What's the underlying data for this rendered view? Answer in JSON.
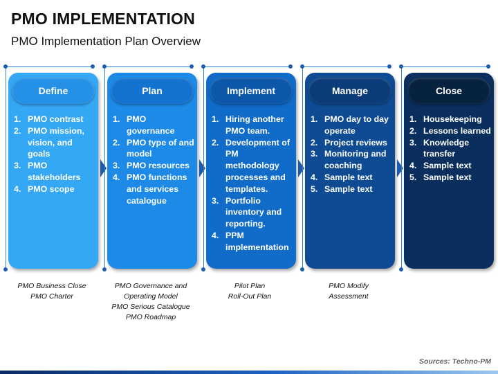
{
  "header": {
    "title": "PMO IMPLEMENTATION",
    "subtitle": "PMO Implementation Plan Overview"
  },
  "stages": [
    {
      "label": "Define",
      "card_color": "#35a8f5",
      "pill_color": "#2591e6",
      "items": [
        "PMO contrast",
        "PMO mission, vision, and goals",
        "PMO stakeholders",
        "PMO scope"
      ],
      "captions": [
        "PMO Business Close",
        "PMO Charter"
      ]
    },
    {
      "label": "Plan",
      "card_color": "#1d8ae8",
      "pill_color": "#1573d0",
      "items": [
        "PMO governance",
        "PMO type of and model",
        "PMO resources",
        "PMO functions and services catalogue"
      ],
      "captions": [
        "PMO Governance and",
        "Operating Model",
        "PMO Serious Catalogue",
        "PMO Roadmap"
      ]
    },
    {
      "label": "Implement",
      "card_color": "#116bc8",
      "pill_color": "#0c57aa",
      "items": [
        "Hiring another PMO team.",
        "Development of PM methodology processes and templates.",
        "Portfolio inventory and reporting.",
        "PPM implementation"
      ],
      "captions": [
        "Pilot Plan",
        "Roll-Out Plan"
      ]
    },
    {
      "label": "Manage",
      "card_color": "#0e4b93",
      "pill_color": "#0b3b78",
      "items": [
        "PMO day to day operate",
        "Project reviews",
        "Monitoring and coaching",
        "Sample text",
        "Sample text"
      ],
      "captions": [
        "PMO Modify",
        "Assessment"
      ]
    },
    {
      "label": "Close",
      "card_color": "#0a2f5e",
      "pill_color": "#07223f",
      "items": [
        "Housekeeping",
        "Lessons learned",
        "Knowledge transfer",
        "Sample text",
        "Sample text"
      ],
      "captions": []
    }
  ],
  "source": "Sources: Techno-PM"
}
